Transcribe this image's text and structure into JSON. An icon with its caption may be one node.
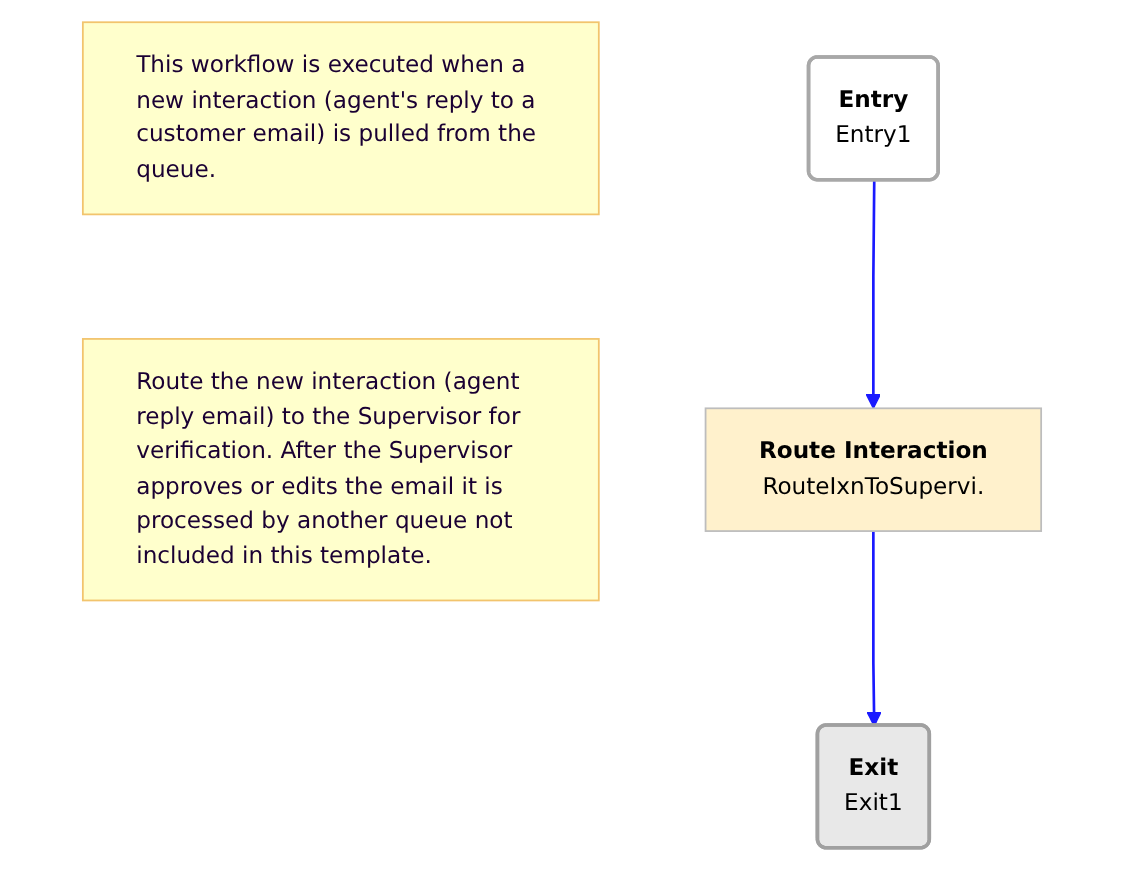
{
  "diagram": {
    "nodes": [
      {
        "text": [
          "This workflow is executed when a new interaction (agent's reply to a customer email) is pulled from the queue."
        ]
      },
      {
        "text": [
          "Entry",
          "Entry1"
        ]
      },
      {
        "text": [
          "Route the new interaction (agent reply email) to the Supervisor for verification. After the Supervisor approves or edits the email it is processed by another queue not included in this template."
        ]
      },
      {
        "text": [
          "Route Interaction",
          "RouteIxnToSupervi."
        ]
      },
      {
        "text": [
          "Exit",
          "Exit1"
        ]
      }
    ],
    "edges": [
      {
        "from": 1,
        "to": 3,
        "arrow": "to"
      },
      {
        "from": 3,
        "to": 4,
        "arrow": "to"
      }
    ]
  }
}
